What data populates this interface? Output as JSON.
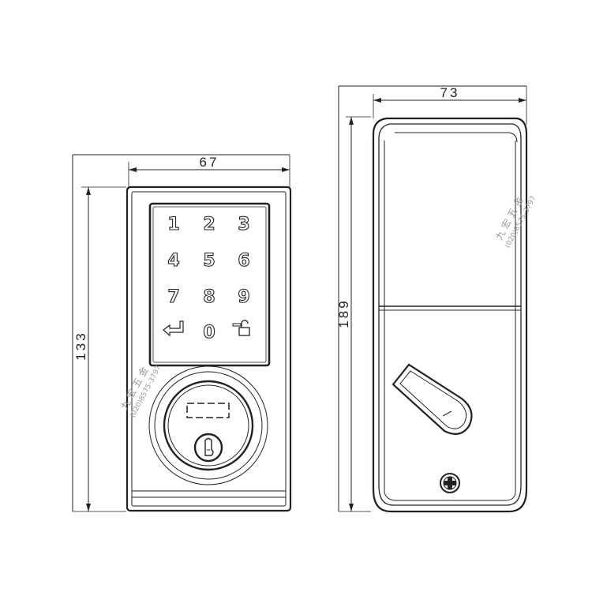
{
  "dimensions": {
    "front_width": "67",
    "front_height": "133",
    "back_width": "73",
    "back_height": "189"
  },
  "keypad": {
    "keys": [
      "1",
      "2",
      "3",
      "4",
      "5",
      "6",
      "7",
      "8",
      "9",
      "",
      "0",
      ""
    ],
    "icons": [
      "enter-arrow-icon",
      "unlock-padlock-icon"
    ]
  },
  "watermark": {
    "brand": "九 宏 五 金",
    "phone": "(020)8575-3797"
  },
  "colors": {
    "line": "#222222",
    "watermark": "#9a9a9a",
    "background": "#ffffff"
  }
}
